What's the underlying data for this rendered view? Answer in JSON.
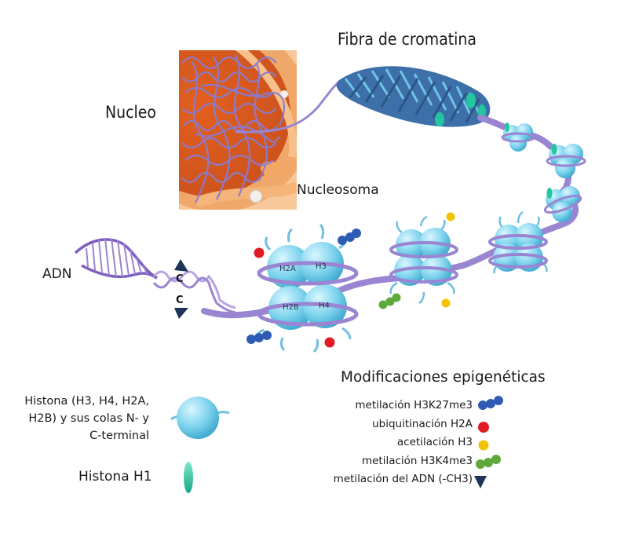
{
  "labels": {
    "nucleus": "Nucleo",
    "chromatin_fiber": "Fibra de cromatina",
    "nucleosome": "Nucleosoma",
    "dna": "ADN"
  },
  "histone_labels": {
    "h2a": "H2A",
    "h3": "H3",
    "h2b": "H2B",
    "h4": "H4"
  },
  "methyl_marks": [
    "C",
    "C"
  ],
  "legend": {
    "histone_text": [
      "Histona (H3, H4, H2A,",
      "H2B) y sus colas N- y",
      "C-terminal"
    ],
    "h1_text": "Histona H1",
    "mods_title": "Modificaciones epigenéticas",
    "mods": [
      {
        "label": "metilación H3K27me3",
        "color": "#2f5bb5",
        "shape": "blue-bead-pair-icon"
      },
      {
        "label": "ubiquitinación H2A",
        "color": "#e01b24",
        "shape": "red-dot-icon"
      },
      {
        "label": "acetilación H3",
        "color": "#f5c400",
        "shape": "yellow-dot-icon"
      },
      {
        "label": "metilación H3K4me3",
        "color": "#5fa83a",
        "shape": "green-bead-pair-icon"
      },
      {
        "label": "metilación del ADN (-CH3)",
        "color": "#1d3457",
        "shape": "navy-triangle-icon"
      }
    ]
  },
  "colors": {
    "nucleus_orange": "#e8782a",
    "dna_purple": "#9a85d2",
    "histone_cyan": "#6fd0ea",
    "h1_green": "#22c7a0"
  }
}
